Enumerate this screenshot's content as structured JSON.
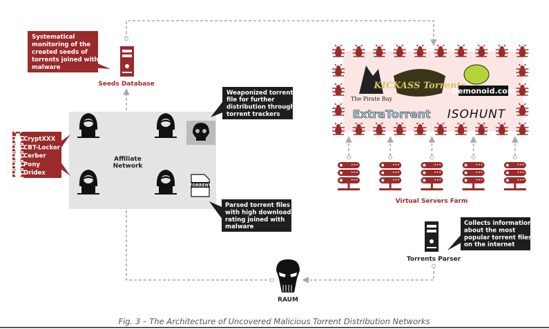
{
  "colors": {
    "accent_red": "#9b2a2a",
    "callout_black": "#1e1e1e",
    "network_bg": "#e4e4e4",
    "farm_bg": "#fbe6e3",
    "connector": "#a9a9a9"
  },
  "seeds_database": {
    "label": "Seeds Database",
    "icon": "server-icon"
  },
  "monitoring_callout": {
    "lines": [
      "Systematical",
      "monitoring of the",
      "created seeds of",
      "torrents joined with",
      "malware"
    ]
  },
  "malware_list": {
    "icon": "bug-icon",
    "items": [
      "CryptXXX",
      "CBT-Locker",
      "Cerber",
      "Pony",
      "Dridex"
    ]
  },
  "affiliate_network": {
    "lines": [
      "Affiliate",
      "Network"
    ],
    "member_icon": "hooded-hacker-icon"
  },
  "weaponized_callout": {
    "lines": [
      "Weaponized torrent",
      "file for further",
      "distribution through",
      "torrent trackers"
    ]
  },
  "parsed_callout": {
    "lines": [
      "Parsed torrent files",
      "with high download",
      "rating joined with",
      "malware"
    ]
  },
  "torrent_file_icon": {
    "label": "TORRENT"
  },
  "trackers": {
    "logos": [
      "The Pirate Bay",
      "KICKASS Torrents",
      "Demonoid.com",
      "ExtraTorrent",
      "ISOHUNT"
    ]
  },
  "server_farm": {
    "label": "Virtual Servers Farm",
    "server_count": 5
  },
  "torrents_parser": {
    "label": "Torrents Parser",
    "icon": "server-icon"
  },
  "parser_callout": {
    "lines": [
      "Collects information",
      "about the most",
      "popular torrent files",
      "on the internet"
    ]
  },
  "raum": {
    "label": "RAUM",
    "icon": "punisher-skull-icon"
  },
  "caption": "Fig. 3 – The Architecture of Uncovered Malicious Torrent Distribution Networks"
}
